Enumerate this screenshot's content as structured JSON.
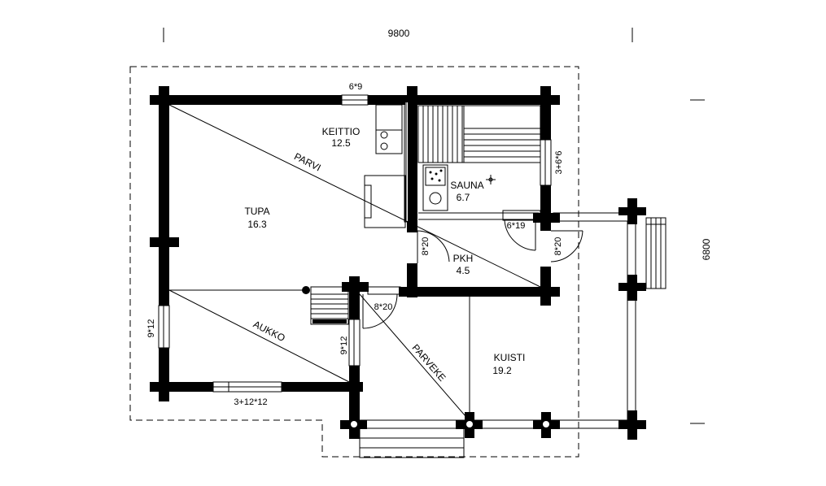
{
  "dimensions": {
    "width_label": "9800",
    "depth_label": "6800"
  },
  "rooms": {
    "keittio": {
      "name": "KEITTIO",
      "area": "12.5"
    },
    "tupa": {
      "name": "TUPA",
      "area": "16.3"
    },
    "sauna": {
      "name": "SAUNA",
      "area": "6.7"
    },
    "pkh": {
      "name": "PKH",
      "area": "4.5"
    },
    "kuisti": {
      "name": "KUISTI",
      "area": "19.2"
    }
  },
  "annotations": {
    "parvi": "PARVI",
    "aukko": "AUKKO",
    "parveke": "PARVEKE"
  },
  "openings": {
    "win_top": "6*9",
    "win_sauna_right": "3+6*6",
    "door_sauna_side": "6*19",
    "door_pkh_left": "8*20",
    "door_pkh_right": "8*20",
    "door_hall": "8*20",
    "win_left": "9*12",
    "win_hall": "9*12",
    "win_bottom": "3+12*12"
  }
}
